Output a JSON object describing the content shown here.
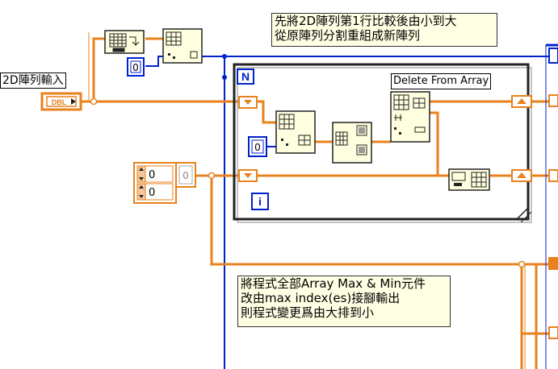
{
  "notes": {
    "top": "先將2D陣列第1行比較後由小到大\n從原陣列分割重組成新陣列",
    "bottom": "將程式全部Array Max & Min元件\n改由max index(es)接腳輸出\n則程式變更爲由大排到小"
  },
  "labels": {
    "array_input": "2D陣列輸入",
    "delete_from_array": "Delete From Array"
  },
  "controls": {
    "dbl_terminal": "DBL",
    "const_zero_top": "0",
    "const_zero_inner": "0",
    "numeric_control_1": "0",
    "numeric_control_2": "0",
    "index_box": "0"
  },
  "loop": {
    "count_terminal": "N",
    "iteration_terminal": "i"
  },
  "colors": {
    "orange_wire": "#e8821e",
    "blue_wire": "#0022cc",
    "note_bg": "#ffffe4",
    "loop_border": "#222222"
  }
}
